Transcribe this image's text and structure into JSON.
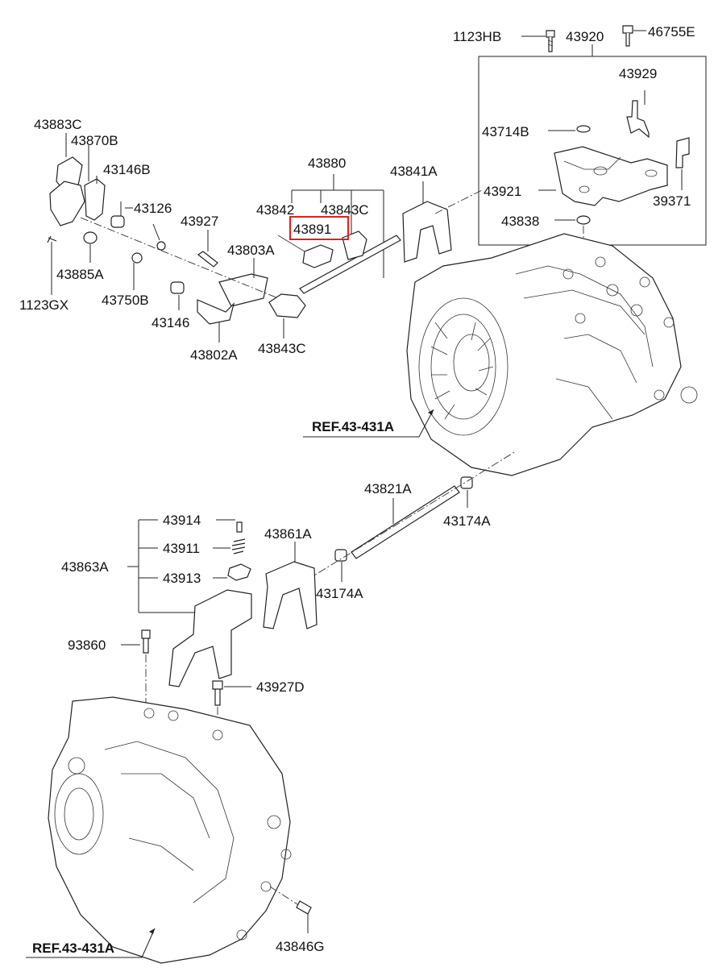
{
  "labels": {
    "l1123HB": "1123HB",
    "l43920": "43920",
    "l46755E": "46755E",
    "l43929": "43929",
    "l43714B": "43714B",
    "l43921": "43921",
    "l39371": "39371",
    "l43838": "43838",
    "l43883C": "43883C",
    "l43870B": "43870B",
    "l43146B": "43146B",
    "l43126": "43126",
    "l43927": "43927",
    "l43880": "43880",
    "l43842": "43842",
    "l43843C_top": "43843C",
    "l43891": "43891",
    "l43841A": "43841A",
    "l43803A": "43803A",
    "l43885A": "43885A",
    "l1123GX": "1123GX",
    "l43750B": "43750B",
    "l43146": "43146",
    "l43802A": "43802A",
    "l43843C_bot": "43843C",
    "l43821A": "43821A",
    "l43174A_top": "43174A",
    "l43914": "43914",
    "l43911": "43911",
    "l43863A": "43863A",
    "l43913": "43913",
    "l43861A": "43861A",
    "l43174A_bot": "43174A",
    "l93860": "93860",
    "l43927D": "43927D",
    "l43846G": "43846G"
  },
  "refs": {
    "ref_top": "REF.43-431A",
    "ref_bottom": "REF.43-431A"
  },
  "highlight": {
    "part": "43891",
    "color": "#e02020"
  }
}
